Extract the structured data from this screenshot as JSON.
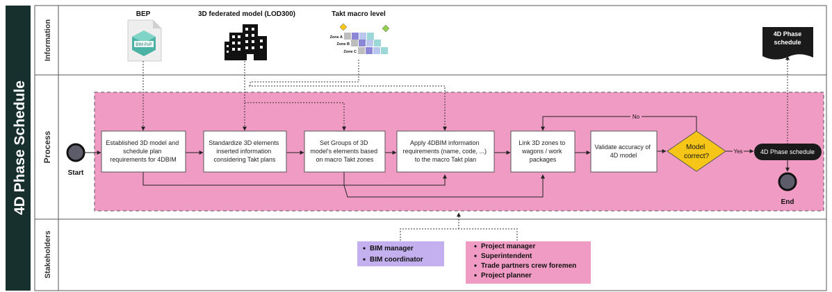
{
  "title": "4D Phase Schedule",
  "lanes": {
    "information": "Information",
    "process": "Process",
    "stakeholders": "Stakeholders"
  },
  "inputs": {
    "bep": {
      "label": "BEP",
      "doc_text": "BIM PxP"
    },
    "model": {
      "label": "3D federated model (LOD300)"
    },
    "takt": {
      "label": "Takt macro level",
      "zones": [
        "Zone A",
        "Zone B",
        "Zone C"
      ]
    }
  },
  "output_doc": {
    "line1": "4D Phase",
    "line2": "schedule"
  },
  "events": {
    "start": "Start",
    "end": "End"
  },
  "tasks": [
    {
      "id": "t1",
      "lines": [
        "Established 3D model and",
        "schedule plan",
        "requirements for 4DBIM"
      ]
    },
    {
      "id": "t2",
      "lines": [
        "Standardize 3D elements",
        "inserted information",
        "considering Takt plans"
      ]
    },
    {
      "id": "t3",
      "lines": [
        "Set Groups of 3D",
        "model's elements based",
        "on macro Takt zones"
      ]
    },
    {
      "id": "t4",
      "lines": [
        "Apply 4DBIM information",
        "requirements (name, code, ...)",
        "to the macro Takt plan"
      ]
    },
    {
      "id": "t5",
      "lines": [
        "Link 3D zones to",
        "wagons / work",
        "packages"
      ]
    },
    {
      "id": "t6",
      "lines": [
        "Validate accuracy of",
        "4D model"
      ]
    }
  ],
  "gateway": {
    "lines": [
      "Model",
      "correct?"
    ],
    "yes": "Yes",
    "no": "No"
  },
  "final_task": "4D Phase schedule",
  "stakeholders": {
    "group1": [
      "BIM manager",
      "BIM coordinator"
    ],
    "group2": [
      "Project manager",
      "Superintendent",
      "Trade partners crew foremen",
      "Project planner"
    ]
  },
  "colors": {
    "sidebar": "#17302e",
    "process_area": "#f09bc3",
    "gateway": "#f5c518",
    "group1_bg": "#c4b0ef",
    "group2_bg": "#f09bc3",
    "terminal": "#1a1a1a"
  }
}
